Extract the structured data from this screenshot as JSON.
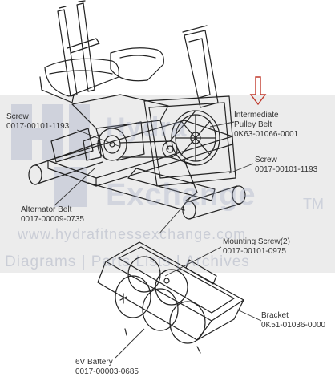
{
  "watermark": {
    "line1": "Hydra",
    "line2": "Exchange",
    "trademark": "TM",
    "url": "www.hydrafitnessexchange.com",
    "tagline": "Diagrams | Parts Lists | Archives"
  },
  "labels": {
    "intermediate_pulley_belt": {
      "name": "Intermediate",
      "name2": "Pulley Belt",
      "part": "0K63-01066-0001"
    },
    "screw_left": {
      "name": "Screw",
      "part": "0017-00101-1193"
    },
    "screw_right": {
      "name": "Screw",
      "part": "0017-00101-1193"
    },
    "alternator_belt": {
      "name": "Alternator Belt",
      "part": "0017-00009-0735"
    },
    "mounting_screw": {
      "name": "Mounting Screw(2)",
      "part": "0017-00101-0975"
    },
    "bracket": {
      "name": "Bracket",
      "part": "0K51-01036-0000"
    },
    "battery": {
      "name": "6V Battery",
      "part": "0017-00003-0685"
    }
  },
  "colors": {
    "arrow": "#c0392b",
    "line": "#222222",
    "watermark_band": "#d9d9d9"
  }
}
